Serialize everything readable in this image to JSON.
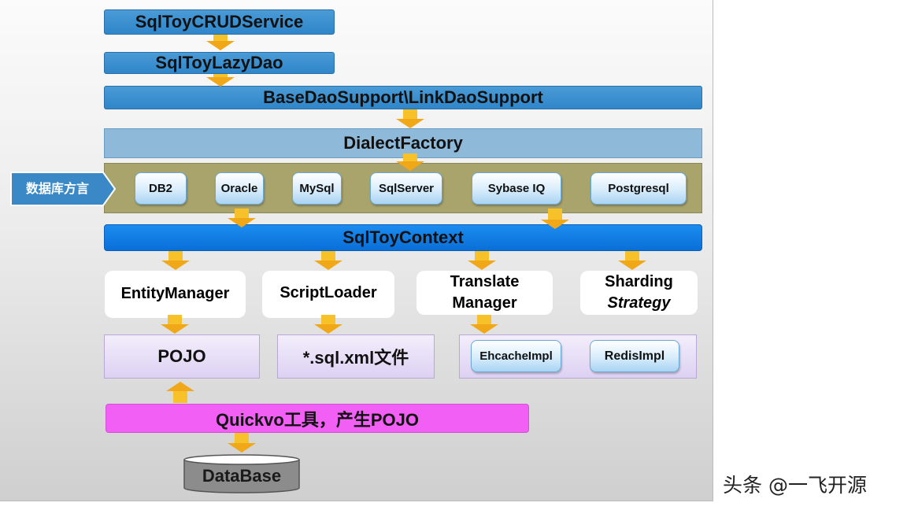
{
  "layers": {
    "crud_service": "SqlToyCRUDService",
    "lazy_dao": "SqlToyLazyDao",
    "base_dao": "BaseDaoSupport\\LinkDaoSupport",
    "dialect_factory": "DialectFactory",
    "context": "SqlToyContext"
  },
  "databases": {
    "label": "数据库方言",
    "items": [
      "DB2",
      "Oracle",
      "MySql",
      "SqlServer",
      "Sybase IQ",
      "Postgresql"
    ]
  },
  "managers": {
    "entity": "EntityManager",
    "script": "ScriptLoader",
    "translate_line1": "Translate",
    "translate_line2": "Manager",
    "sharding_line1": "Sharding",
    "sharding_line2": "Strategy"
  },
  "resources": {
    "pojo": "POJO",
    "sql_xml": "*.sql.xml文件",
    "ehcache": "EhcacheImpl",
    "redis": "RedisImpl"
  },
  "quickvo": "Quickvo工具，产生POJO",
  "database": "DataBase",
  "watermark": "头条 @一飞开源",
  "colors": {
    "blue_bar": "#3b8fd0",
    "dialect_bar": "#8fb9d8",
    "olive_band": "#a9a36c",
    "context_bar": "#0f7ee6",
    "arrow": "#f7c12a",
    "lavender_box": "#e6dcf6",
    "magenta_bar": "#f25ff5",
    "database_fill": "#8c8c8c"
  }
}
